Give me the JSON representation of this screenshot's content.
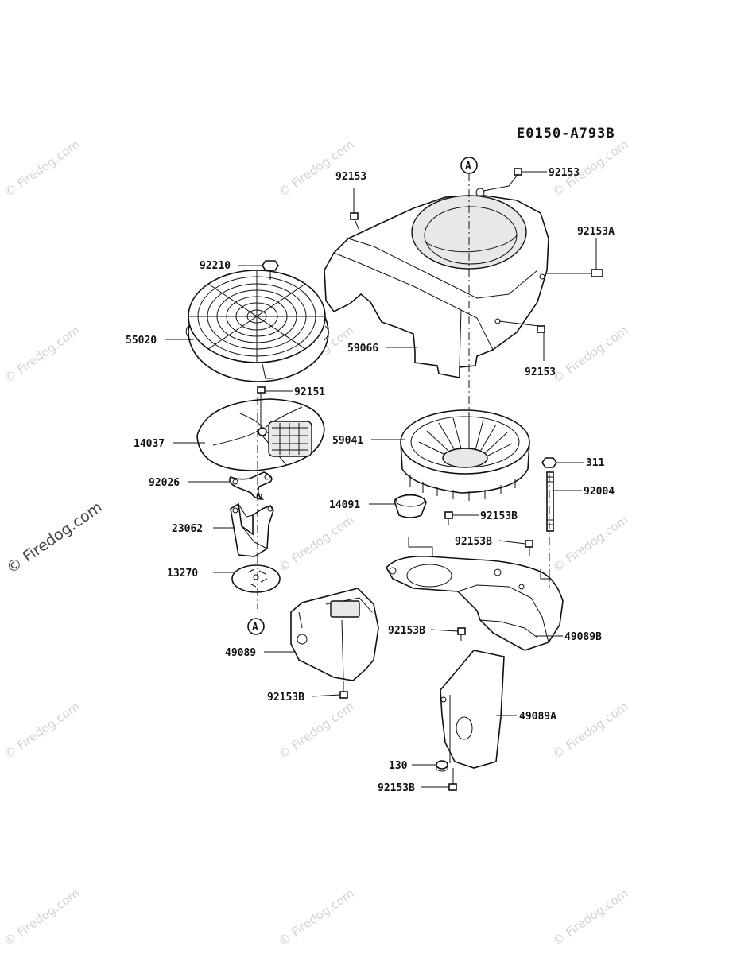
{
  "diagram_code": "E0150-A793B",
  "watermark": "© Firedog.com",
  "ref_marker": "A",
  "labels": {
    "p92153_top_left": "92153",
    "p92153_top_right": "92153",
    "p92153A": "92153A",
    "p92210": "92210",
    "p55020": "55020",
    "p59066": "59066",
    "p92153_mid": "92153",
    "p92151": "92151",
    "p14037": "14037",
    "p59041": "59041",
    "p311": "311",
    "p92004": "92004",
    "p92026": "92026",
    "p14091": "14091",
    "p92153B_a": "92153B",
    "p23062": "23062",
    "p92153B_b": "92153B",
    "p13270": "13270",
    "p92153B_c": "92153B",
    "p49089B": "49089B",
    "p49089": "49089",
    "p92153B_d": "92153B",
    "p49089A": "49089A",
    "p130": "130",
    "p92153B_e": "92153B"
  }
}
